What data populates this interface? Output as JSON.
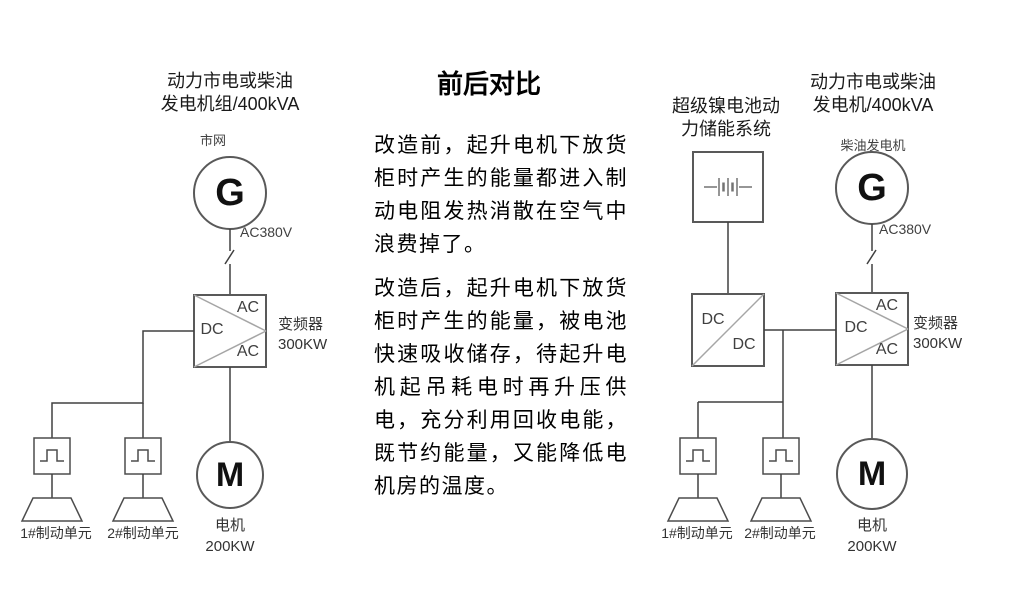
{
  "comparison": {
    "title": "前后对比",
    "para_before": "改造前，起升电机下放货柜时产生的能量都进入制动电阻发热消散在空气中浪费掉了。",
    "para_after": "改造后，起升电机下放货柜时产生的能量，被电池快速吸收储存，待起升电机起吊耗电时再升压供电，充分利用回收电能，既节约能量，又能降低电机房的温度。"
  },
  "before": {
    "heading": "动力市电或柴油\n发电机组/400kVA",
    "grid_label": "市网",
    "generator_letter": "G",
    "voltage": "AC380V",
    "inverter": {
      "top": "AC",
      "mid": "DC",
      "bottom": "AC",
      "label": "变频器\n300KW"
    },
    "motor_letter": "M",
    "motor_label": "电机\n200KW",
    "brake1": "1#制动单元",
    "brake2": "2#制动单元"
  },
  "after": {
    "battery_heading": "超级镍电池动\n力储能系统",
    "heading": "动力市电或柴油\n发电机/400kVA",
    "generator_label": "柴油发电机",
    "generator_letter": "G",
    "voltage": "AC380V",
    "dcdc": {
      "top": "DC",
      "bottom": "DC"
    },
    "inverter": {
      "top": "AC",
      "mid": "DC",
      "bottom": "AC",
      "label": "变频器\n300KW"
    },
    "motor_letter": "M",
    "motor_label": "电机\n200KW",
    "brake1": "1#制动单元",
    "brake2": "2#制动单元"
  },
  "icons": {
    "battery": "battery-cells-icon",
    "brake_pulse": "pulse-icon",
    "switch": "disconnect-switch-icon"
  },
  "colors": {
    "wire": "#404040",
    "box_border": "#595959",
    "diagonal": "#a6a6a6",
    "brake_outline": "#4d4d4d",
    "battery_symbol": "#737373",
    "text": "#262626"
  }
}
